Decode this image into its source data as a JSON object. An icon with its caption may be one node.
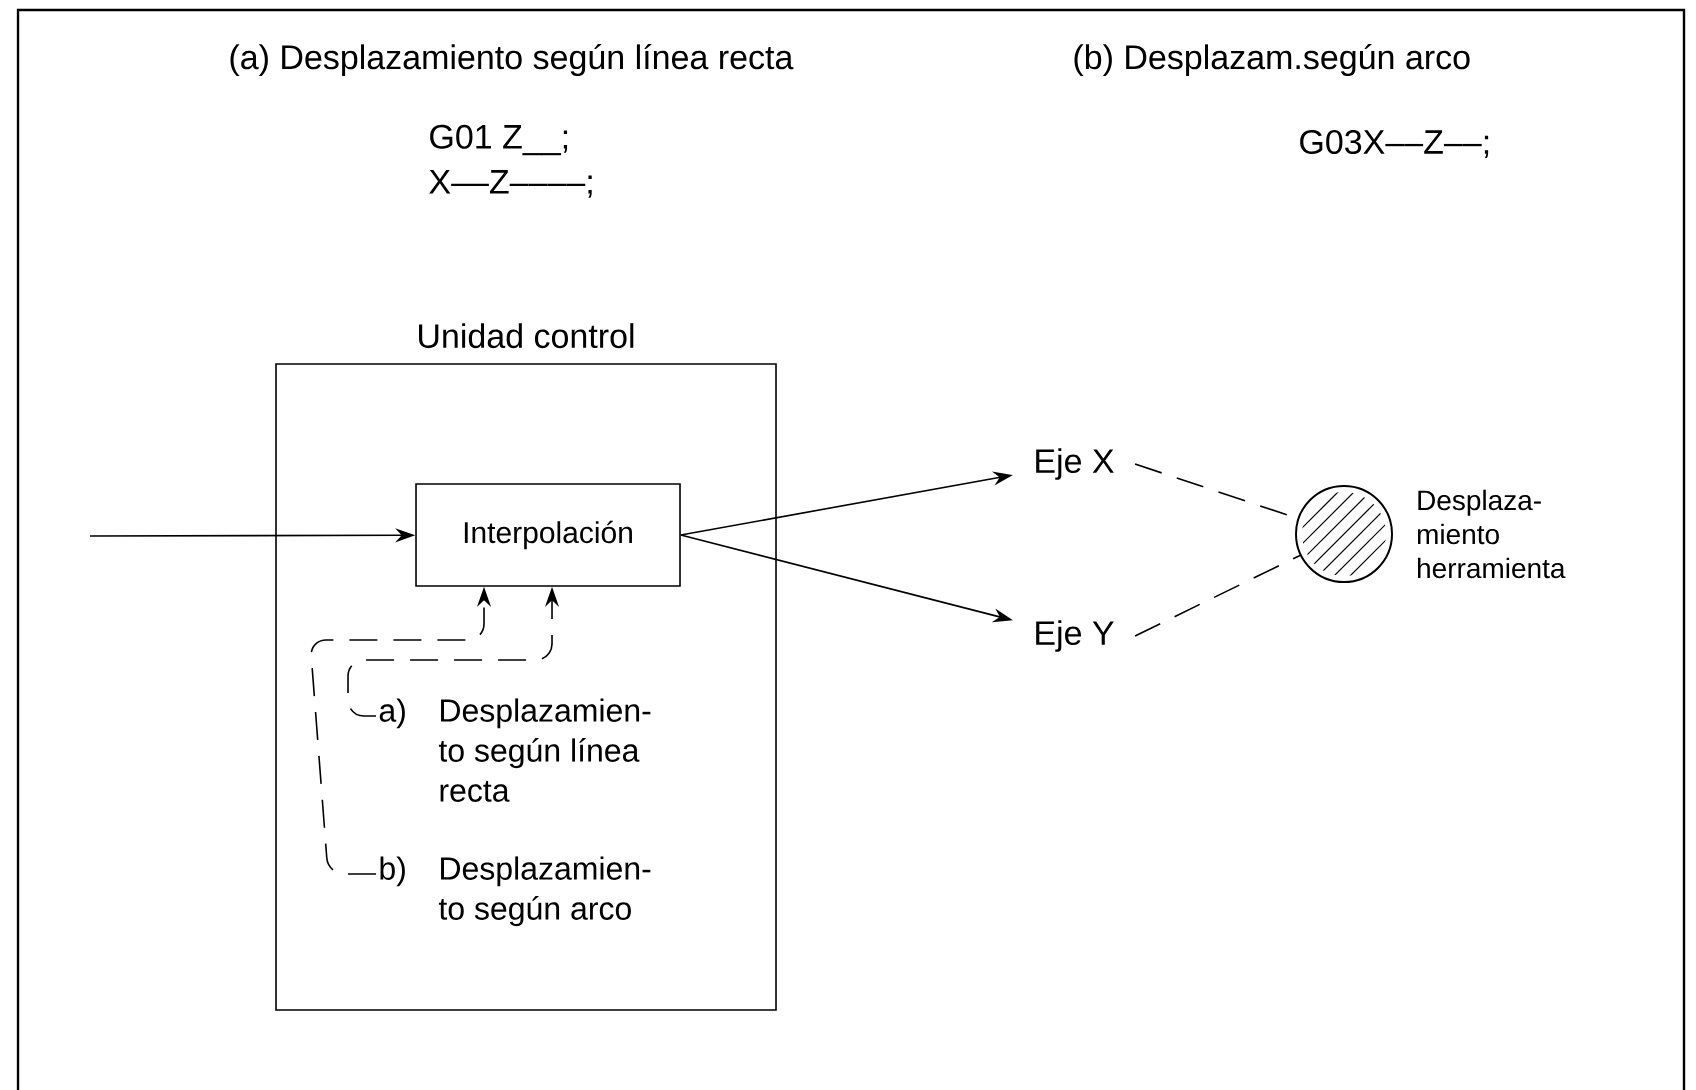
{
  "diagram": {
    "nodes": [
      {
        "text": [
          "Unidad control"
        ]
      },
      {
        "text": [
          "Interpolación"
        ],
        "in": 0
      },
      {
        "text": [
          "a)",
          "Desplazamien- to según línea recta"
        ],
        "in": 0
      },
      {
        "text": [
          "b)",
          "Desplazamien- to según arco"
        ],
        "in": 0
      },
      {
        "text": [
          "Eje X"
        ]
      },
      {
        "text": [
          "Eje Y"
        ]
      },
      {
        "text": [],
        "shape": "circle",
        "beside": [
          "Desplaza- miento herramienta"
        ]
      }
    ],
    "edges": [
      {
        "from": null,
        "to": 1,
        "arrow": "to"
      },
      {
        "from": 1,
        "to": 4,
        "arrow": "to"
      },
      {
        "from": 1,
        "to": 5,
        "arrow": "to"
      },
      {
        "from": 4,
        "to": 6,
        "arrow": "none",
        "style": "dashed"
      },
      {
        "from": 5,
        "to": 6,
        "arrow": "none",
        "style": "dashed"
      },
      {
        "from": 2,
        "to": 1,
        "arrow": "to",
        "style": "dashed"
      },
      {
        "from": 3,
        "to": 1,
        "arrow": "to",
        "style": "dashed"
      }
    ],
    "labels": [
      "(a) Desplazamiento según línea recta",
      "(b) Desplazam.según arco",
      "G01 Z__;",
      "X––Z––––;",
      "G03X––Z––;"
    ]
  }
}
